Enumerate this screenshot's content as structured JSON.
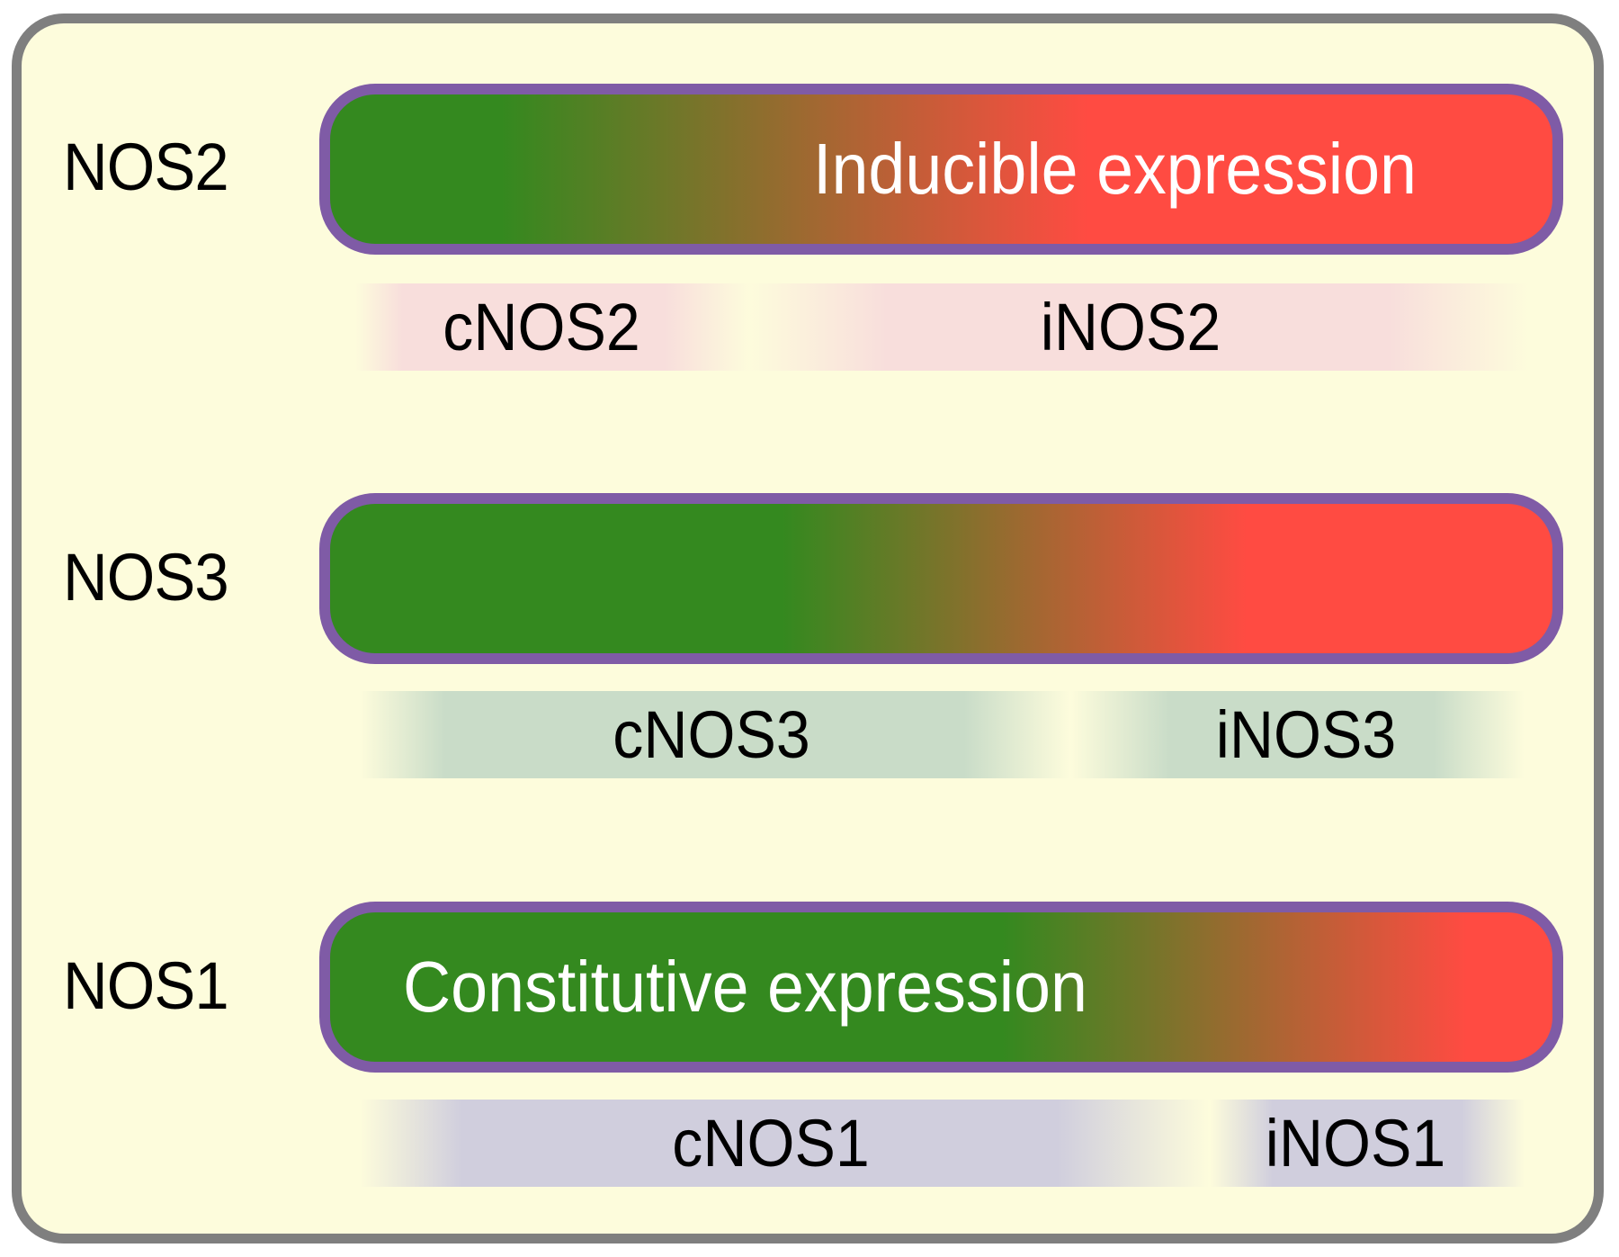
{
  "colors": {
    "background": "#fdfcdc",
    "frame_border": "#7f7f7f",
    "bar_border": "#7f5ba6",
    "constitutive_green": "#34891f",
    "inducible_red": "#ff4b42",
    "nos2_strip": "#f8dedc",
    "nos3_strip": "#c9dcc8",
    "nos1_strip": "#d0cedd"
  },
  "rows": [
    {
      "label": "NOS2",
      "bar_text": "Inducible expression",
      "gradient": {
        "green_end_pct": 14,
        "red_start_pct": 62
      },
      "isoforms": [
        {
          "name": "cNOS2",
          "type": "constitutive"
        },
        {
          "name": "iNOS2",
          "type": "inducible"
        }
      ]
    },
    {
      "label": "NOS3",
      "bar_text": "",
      "gradient": {
        "green_end_pct": 37,
        "red_start_pct": 75
      },
      "isoforms": [
        {
          "name": "cNOS3",
          "type": "constitutive"
        },
        {
          "name": "iNOS3",
          "type": "inducible"
        }
      ]
    },
    {
      "label": "NOS1",
      "bar_text": "Constitutive expression",
      "gradient": {
        "green_end_pct": 55,
        "red_start_pct": 93
      },
      "isoforms": [
        {
          "name": "cNOS1",
          "type": "constitutive"
        },
        {
          "name": "iNOS1",
          "type": "inducible"
        }
      ]
    }
  ]
}
